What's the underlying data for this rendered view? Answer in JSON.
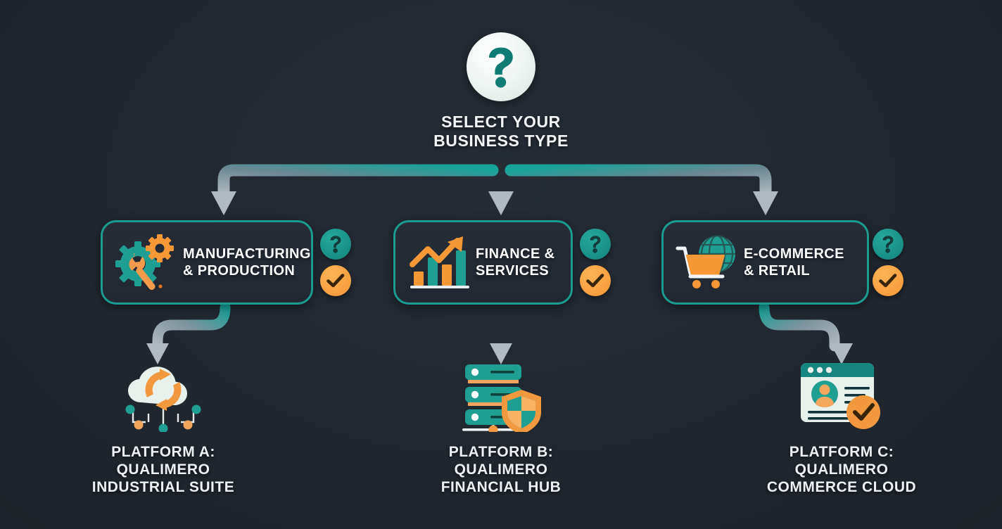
{
  "theme": {
    "background": "#20262e",
    "teal": "#16A39A",
    "teal_dark": "#12837A",
    "orange": "#F79836",
    "orange_light": "#FBB45E",
    "text": "#FFFFFF",
    "wire_gray": "#A7B0B8",
    "box_border": "#1A9C8F"
  },
  "root": {
    "icon": "question-mark-circle-icon",
    "label": "SELECT YOUR\nBUSINESS TYPE",
    "line1": "SELECT YOUR",
    "line2": "BUSINESS TYPE"
  },
  "categories": [
    {
      "id": "manufacturing",
      "icon": "gear-wrench-icon",
      "line1": "MANUFACTURING",
      "line2": "& PRODUCTION",
      "badges": [
        {
          "name": "help-badge",
          "glyph": "?"
        },
        {
          "name": "check-badge",
          "glyph": "✔"
        }
      ]
    },
    {
      "id": "finance",
      "icon": "bar-chart-growth-icon",
      "line1": "FINANCE &",
      "line2": "SERVICES",
      "badges": [
        {
          "name": "help-badge",
          "glyph": "?"
        },
        {
          "name": "check-badge",
          "glyph": "✔"
        }
      ]
    },
    {
      "id": "ecommerce",
      "icon": "shopping-cart-globe-icon",
      "line1": "E-COMMERCE",
      "line2": "& RETAIL",
      "badges": [
        {
          "name": "help-badge",
          "glyph": "?"
        },
        {
          "name": "check-badge",
          "glyph": "✔"
        }
      ]
    }
  ],
  "platforms": [
    {
      "id": "platform-a",
      "icon": "cloud-sync-nodes-icon",
      "line1": "PLATFORM A:",
      "line2": "QUALIMERO",
      "line3": "INDUSTRIAL SUITE"
    },
    {
      "id": "platform-b",
      "icon": "server-shield-icon",
      "line1": "PLATFORM B:",
      "line2": "QUALIMERO",
      "line3": "FINANCIAL HUB"
    },
    {
      "id": "platform-c",
      "icon": "browser-profile-check-icon",
      "line1": "PLATFORM C:",
      "line2": "QUALIMERO",
      "line3": "COMMERCE CLOUD"
    }
  ],
  "connectors": [
    {
      "name": "root-to-manufacturing",
      "style": "elbow-left"
    },
    {
      "name": "root-to-finance",
      "style": "straight-down"
    },
    {
      "name": "root-to-ecommerce",
      "style": "elbow-right"
    },
    {
      "name": "manufacturing-to-platform-a",
      "style": "s-curve-left"
    },
    {
      "name": "finance-to-platform-b",
      "style": "straight-down"
    },
    {
      "name": "ecommerce-to-platform-c",
      "style": "s-curve-right"
    }
  ]
}
